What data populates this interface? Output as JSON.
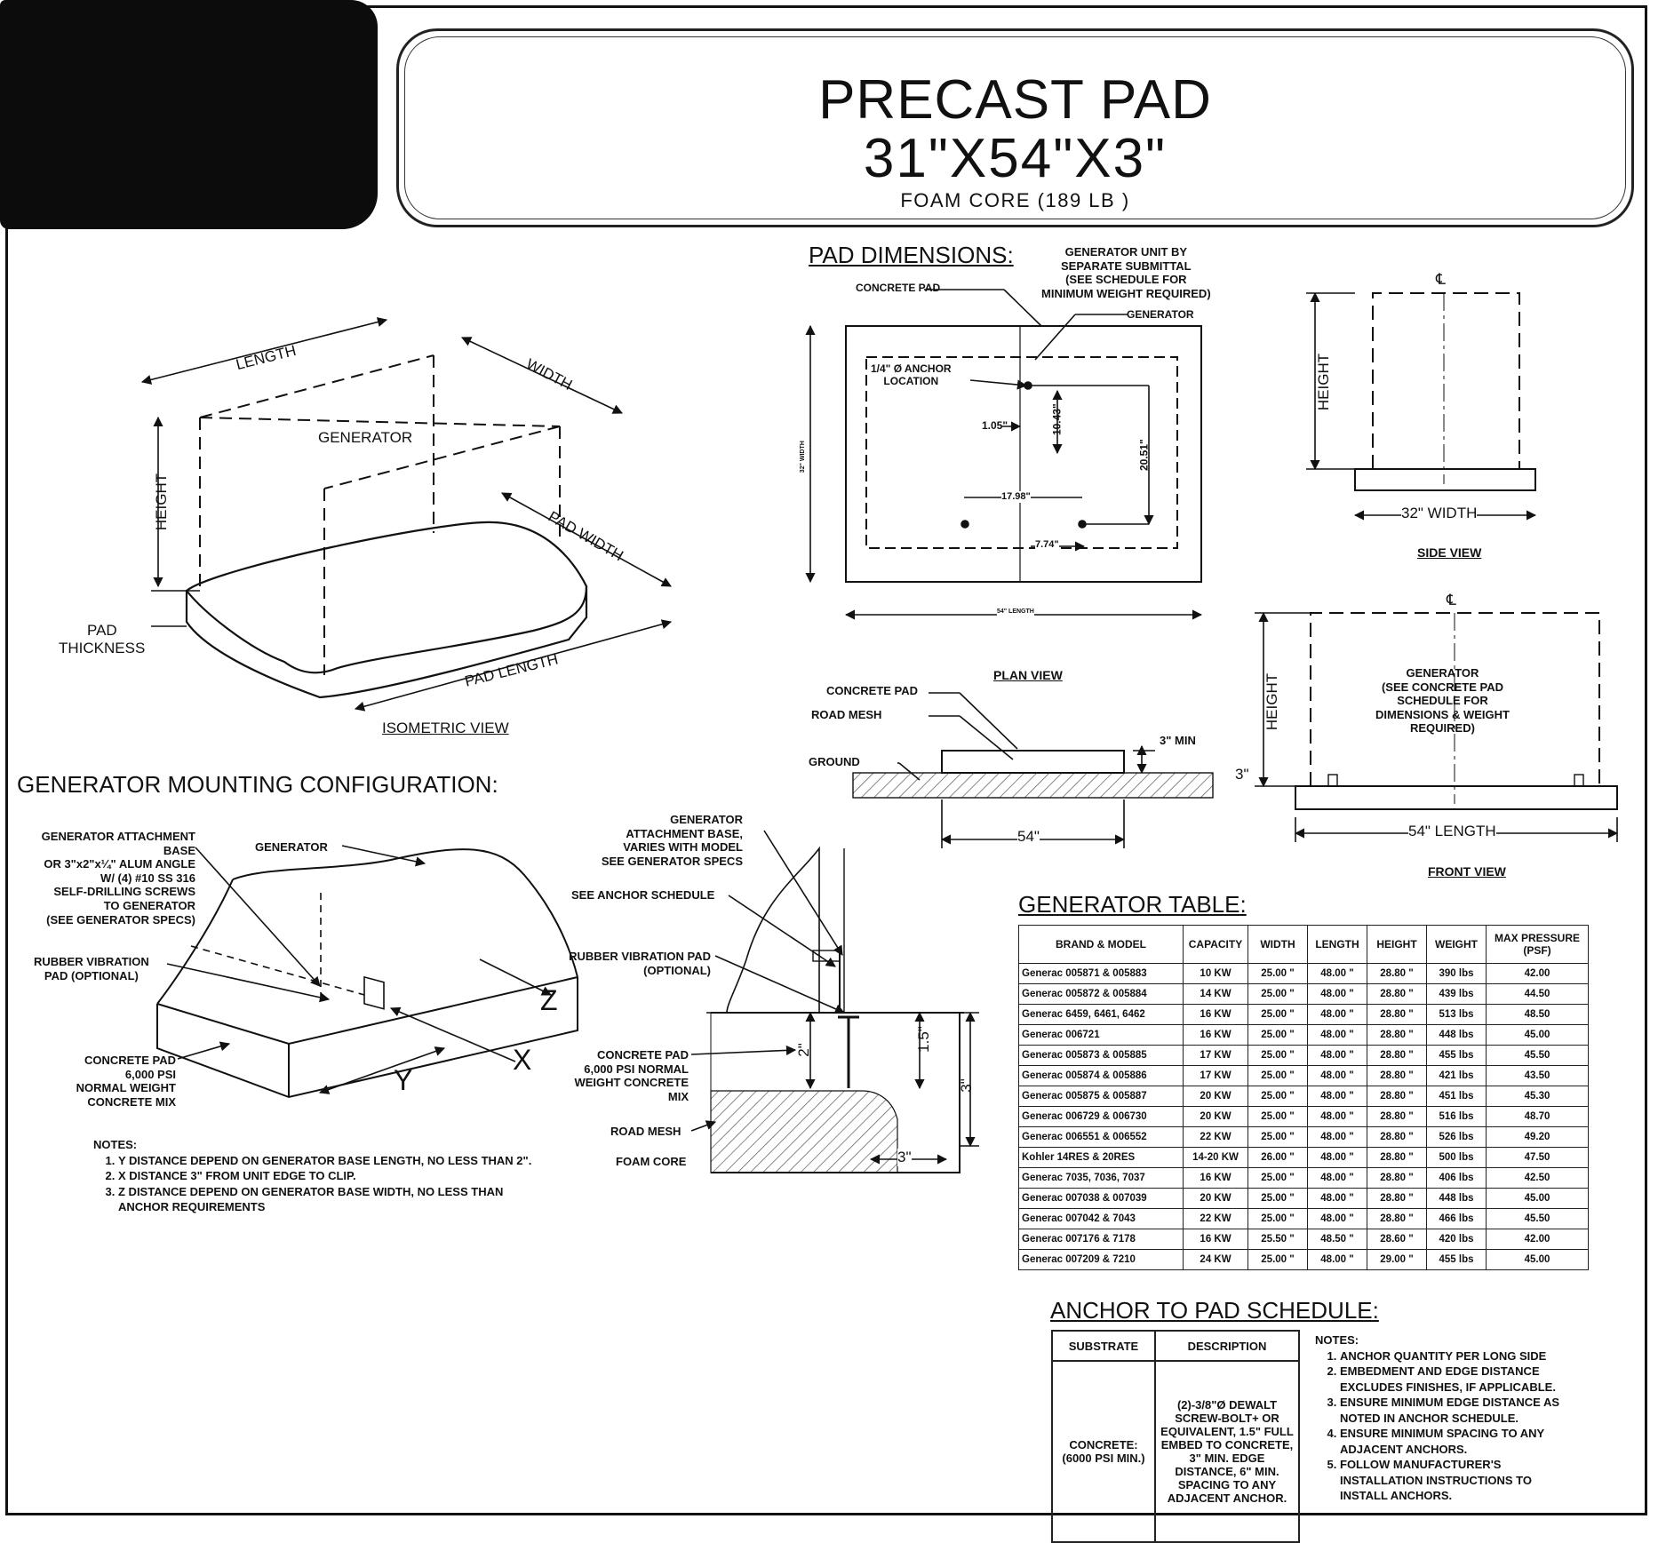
{
  "title": {
    "line1": "PRECAST PAD",
    "line2": "31\"X54\"X3\"",
    "line3": "FOAM CORE (189 LB )"
  },
  "headings": {
    "pad_dimensions": "PAD DIMENSIONS:",
    "mounting": "GENERATOR MOUNTING CONFIGURATION:",
    "generator_table": "GENERATOR TABLE:",
    "anchor_schedule": "ANCHOR TO PAD SCHEDULE:"
  },
  "isometric": {
    "length": "LENGTH",
    "width": "WIDTH",
    "generator": "GENERATOR",
    "height": "HEIGHT",
    "pad_width": "PAD WIDTH",
    "pad_thickness_1": "PAD",
    "pad_thickness_2": "THICKNESS",
    "pad_length": "PAD LENGTH",
    "caption": "ISOMETRIC VIEW"
  },
  "plan": {
    "generator_unit_1": "GENERATOR UNIT BY",
    "generator_unit_2": "SEPARATE SUBMITTAL",
    "generator_unit_3": "(SEE SCHEDULE FOR",
    "generator_unit_4": "MINIMUM WEIGHT REQUIRED)",
    "concrete_pad": "CONCRETE PAD",
    "generator": "GENERATOR",
    "anchor_1": "1/4\" Ø ANCHOR",
    "anchor_2": "LOCATION",
    "d105": "1.05\"",
    "d1043": "10.43\"",
    "d2051": "20.51\"",
    "d1798": "17.98\"",
    "d774": "7.74\"",
    "width_dim": "32\" WIDTH",
    "length_dim": "54\" LENGTH",
    "caption": "PLAN VIEW"
  },
  "section": {
    "concrete_pad": "CONCRETE PAD",
    "road_mesh": "ROAD MESH",
    "ground": "GROUND",
    "min": "3\" MIN",
    "dim54": "54\""
  },
  "side_view": {
    "cl": "℄",
    "height": "HEIGHT",
    "width": "32\" WIDTH",
    "caption": "SIDE VIEW"
  },
  "front_view": {
    "cl": "℄",
    "height": "HEIGHT",
    "three": "3\"",
    "gen_1": "GENERATOR",
    "gen_2": "(SEE CONCRETE PAD",
    "gen_3": "SCHEDULE FOR",
    "gen_4": "DIMENSIONS & WEIGHT",
    "gen_5": "REQUIRED)",
    "length": "54\" LENGTH",
    "caption": "FRONT VIEW"
  },
  "mount_left": {
    "attach_1": "GENERATOR ATTACHMENT",
    "attach_2": "BASE",
    "attach_3": "OR 3\"x2\"x¼\" ALUM ANGLE",
    "attach_4": "W/ (4) #10 SS 316",
    "attach_5": "SELF-DRILLING SCREWS",
    "attach_6": "TO GENERATOR",
    "attach_7": "(SEE GENERATOR SPECS)",
    "generator": "GENERATOR",
    "rubber_1": "RUBBER VIBRATION",
    "rubber_2": "PAD (OPTIONAL)",
    "concrete_1": "CONCRETE PAD",
    "concrete_2": "6,000 PSI",
    "concrete_3": "NORMAL WEIGHT",
    "concrete_4": "CONCRETE MIX",
    "axis_z": "Z",
    "axis_x": "X",
    "axis_y": "Y"
  },
  "mount_notes": {
    "title": "NOTES:",
    "items": [
      "Y DISTANCE DEPEND ON GENERATOR BASE LENGTH, NO LESS THAN 2\".",
      "X DISTANCE 3\" FROM UNIT EDGE TO CLIP.",
      "Z DISTANCE DEPEND ON GENERATOR BASE WIDTH, NO LESS THAN",
      "ANCHOR REQUIREMENTS"
    ]
  },
  "detail": {
    "gab_1": "GENERATOR",
    "gab_2": "ATTACHMENT BASE,",
    "gab_3": "VARIES WITH MODEL",
    "gab_4": "SEE GENERATOR SPECS",
    "anchor_sched": "SEE ANCHOR SCHEDULE",
    "rubber_1": "RUBBER VIBRATION PAD",
    "rubber_2": "(OPTIONAL)",
    "concrete_1": "CONCRETE PAD",
    "concrete_2": "6,000 PSI NORMAL",
    "concrete_3": "WEIGHT CONCRETE",
    "concrete_4": "MIX",
    "road_mesh": "ROAD MESH",
    "foam_core": "FOAM CORE",
    "d2": "2\"",
    "d15": "1.5\"",
    "d3v": "3\"",
    "d3h": "3\""
  },
  "generator_table": {
    "headers": [
      "BRAND & MODEL",
      "CAPACITY",
      "WIDTH",
      "LENGTH",
      "HEIGHT",
      "WEIGHT",
      "MAX PRESSURE (PSF)"
    ],
    "rows": [
      [
        "Generac 005871 & 005883",
        "10 KW",
        "25.00 \"",
        "48.00 \"",
        "28.80 \"",
        "390 lbs",
        "42.00"
      ],
      [
        "Generac 005872 & 005884",
        "14 KW",
        "25.00 \"",
        "48.00 \"",
        "28.80 \"",
        "439 lbs",
        "44.50"
      ],
      [
        "Generac 6459, 6461, 6462",
        "16 KW",
        "25.00 \"",
        "48.00 \"",
        "28.80 \"",
        "513 lbs",
        "48.50"
      ],
      [
        "Generac 006721",
        "16 KW",
        "25.00 \"",
        "48.00 \"",
        "28.80 \"",
        "448 lbs",
        "45.00"
      ],
      [
        "Generac 005873 & 005885",
        "17 KW",
        "25.00 \"",
        "48.00 \"",
        "28.80 \"",
        "455 lbs",
        "45.50"
      ],
      [
        "Generac 005874 & 005886",
        "17 KW",
        "25.00 \"",
        "48.00 \"",
        "28.80 \"",
        "421 lbs",
        "43.50"
      ],
      [
        "Generac 005875 & 005887",
        "20 KW",
        "25.00 \"",
        "48.00 \"",
        "28.80 \"",
        "451 lbs",
        "45.30"
      ],
      [
        "Generac 006729 & 006730",
        "20 KW",
        "25.00 \"",
        "48.00 \"",
        "28.80 \"",
        "516 lbs",
        "48.70"
      ],
      [
        "Generac 006551 & 006552",
        "22 KW",
        "25.00 \"",
        "48.00 \"",
        "28.80 \"",
        "526 lbs",
        "49.20"
      ],
      [
        "Kohler 14RES & 20RES",
        "14-20 KW",
        "26.00 \"",
        "48.00 \"",
        "28.80 \"",
        "500 lbs",
        "47.50"
      ],
      [
        "Generac 7035, 7036, 7037",
        "16 KW",
        "25.00 \"",
        "48.00 \"",
        "28.80 \"",
        "406 lbs",
        "42.50"
      ],
      [
        "Generac 007038 & 007039",
        "20 KW",
        "25.00 \"",
        "48.00 \"",
        "28.80 \"",
        "448 lbs",
        "45.00"
      ],
      [
        "Generac 007042 & 7043",
        "22 KW",
        "25.00 \"",
        "48.00 \"",
        "28.80 \"",
        "466 lbs",
        "45.50"
      ],
      [
        "Generac 007176 & 7178",
        "16 KW",
        "25.50 \"",
        "48.50 \"",
        "28.60 \"",
        "420 lbs",
        "42.00"
      ],
      [
        "Generac 007209 & 7210",
        "24 KW",
        "25.00 \"",
        "48.00 \"",
        "29.00 \"",
        "455 lbs",
        "45.00"
      ]
    ]
  },
  "anchor_schedule": {
    "headers": [
      "SUBSTRATE",
      "DESCRIPTION"
    ],
    "substrate": "CONCRETE: (6000 PSI MIN.)",
    "description": "(2)-3/8\"Ø DEWALT SCREW-BOLT+ OR EQUIVALENT, 1.5\" FULL EMBED TO CONCRETE, 3\" MIN. EDGE DISTANCE, 6\" MIN. SPACING TO ANY ADJACENT ANCHOR."
  },
  "anchor_notes": {
    "title": "NOTES:",
    "items": [
      "ANCHOR QUANTITY PER LONG SIDE",
      "EMBEDMENT AND EDGE DISTANCE EXCLUDES FINISHES, IF APPLICABLE.",
      "ENSURE MINIMUM EDGE DISTANCE AS NOTED IN ANCHOR SCHEDULE.",
      "ENSURE MINIMUM SPACING TO ANY ADJACENT ANCHORS.",
      "FOLLOW MANUFACTURER'S INSTALLATION INSTRUCTIONS TO INSTALL ANCHORS."
    ]
  }
}
